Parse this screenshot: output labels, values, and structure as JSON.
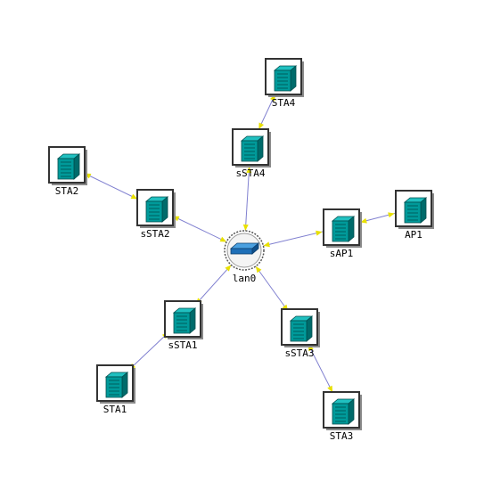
{
  "colors": {
    "background": "#ffffff",
    "link_line": "#8080d0",
    "link_arrow": "#e8e000",
    "server_body": "#009a9a",
    "server_face": "#20c0c0",
    "frame_border": "#333333",
    "frame_shadow": "#8a8a8a",
    "switch_body": "#1e6fb8"
  },
  "hub": {
    "id": "lan0",
    "label": "lan0",
    "icon": "switch-icon"
  },
  "nodes": [
    {
      "id": "STA4",
      "label": "STA4",
      "icon": "server-icon"
    },
    {
      "id": "sSTA4",
      "label": "sSTA4",
      "icon": "server-icon"
    },
    {
      "id": "STA2",
      "label": "STA2",
      "icon": "server-icon"
    },
    {
      "id": "sSTA2",
      "label": "sSTA2",
      "icon": "server-icon"
    },
    {
      "id": "sAP1",
      "label": "sAP1",
      "icon": "server-icon"
    },
    {
      "id": "AP1",
      "label": "AP1",
      "icon": "server-icon"
    },
    {
      "id": "sSTA1",
      "label": "sSTA1",
      "icon": "server-icon"
    },
    {
      "id": "STA1",
      "label": "STA1",
      "icon": "server-icon"
    },
    {
      "id": "sSTA3",
      "label": "sSTA3",
      "icon": "server-icon"
    },
    {
      "id": "STA3",
      "label": "STA3",
      "icon": "server-icon"
    }
  ],
  "links": [
    {
      "from": "STA4",
      "to": "sSTA4"
    },
    {
      "from": "sSTA4",
      "to": "lan0"
    },
    {
      "from": "STA2",
      "to": "sSTA2"
    },
    {
      "from": "sSTA2",
      "to": "lan0"
    },
    {
      "from": "AP1",
      "to": "sAP1"
    },
    {
      "from": "sAP1",
      "to": "lan0"
    },
    {
      "from": "STA1",
      "to": "sSTA1"
    },
    {
      "from": "sSTA1",
      "to": "lan0"
    },
    {
      "from": "STA3",
      "to": "sSTA3"
    },
    {
      "from": "sSTA3",
      "to": "lan0"
    }
  ]
}
